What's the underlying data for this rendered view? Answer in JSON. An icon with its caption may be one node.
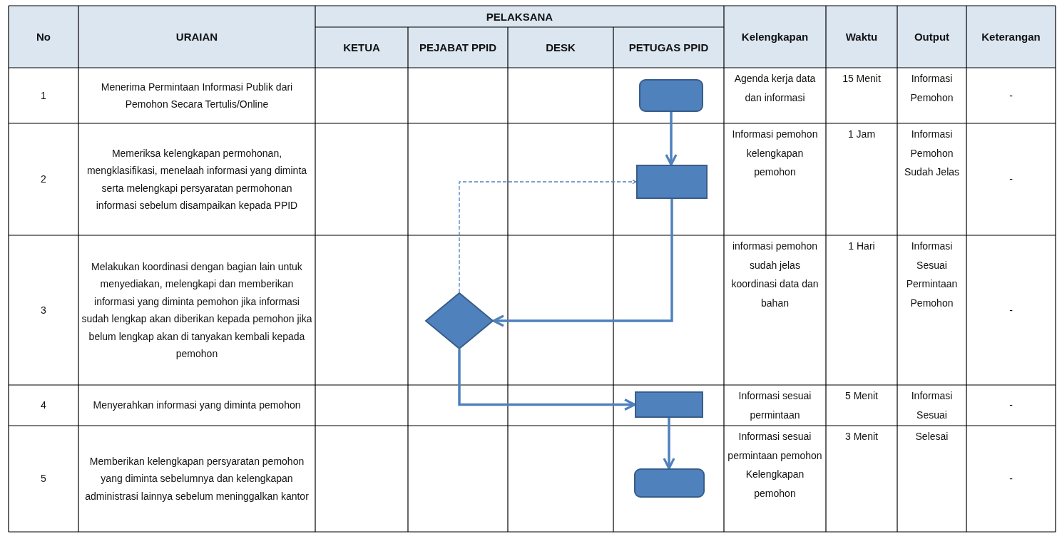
{
  "diagram": {
    "nodes": [
      {
        "text": [],
        "shape": "terminator"
      },
      {
        "text": [],
        "shape": "box"
      },
      {
        "text": [],
        "shape": "diamond"
      },
      {
        "text": [],
        "shape": "box"
      },
      {
        "text": [],
        "shape": "terminator"
      }
    ],
    "edges": [
      {
        "from": 0,
        "to": 1,
        "arrow": "to"
      },
      {
        "from": 1,
        "to": 2,
        "arrow": "to"
      },
      {
        "from": 2,
        "to": 1,
        "arrow": "to",
        "style": "dashed"
      },
      {
        "from": 2,
        "to": 3,
        "arrow": "to"
      },
      {
        "from": 3,
        "to": 4,
        "arrow": "to"
      }
    ],
    "labels": [
      "No",
      "URAIAN",
      "PELAKSANA",
      "Kelengkapan",
      "Waktu",
      "Output",
      "Keterangan",
      "KETUA",
      "PEJABAT PPID",
      "DESK",
      "PETUGAS PPID",
      "1",
      "Menerima Permintaan Informasi Publik dari Pemohon Secara Tertulis/Online",
      "Agenda kerja data dan informasi",
      "15 Menit",
      "Informasi Pemohon",
      "-",
      "2",
      "Memeriksa kelengkapan permohonan, mengklasifikasi, menelaah informasi yang diminta serta melengkapi persyaratan permohonan informasi sebelum disampaikan kepada PPID",
      "Informasi pemohon kelengkapan pemohon",
      "1 Jam",
      "Informasi Pemohon Sudah Jelas",
      "-",
      "3",
      "Melakukan koordinasi dengan bagian lain untuk menyediakan, melengkapi dan memberikan informasi yang diminta pemohon jika informasi sudah lengkap akan diberikan kepada pemohon jika belum lengkap akan di tanyakan kembali kepada pemohon",
      "informasi pemohon sudah jelas koordinasi data dan bahan",
      "1 Hari",
      "Informasi Sesuai Permintaan Pemohon",
      "-",
      "4",
      "Menyerahkan informasi yang diminta pemohon",
      "Informasi sesuai permintaan",
      "5 Menit",
      "Informasi Sesuai",
      "-",
      "5",
      "Memberikan kelengkapan persyaratan pemohon yang diminta sebelumnya dan kelengkapan administrasi lainnya sebelum meninggalkan kantor",
      "Informasi sesuai permintaan pemohon Kelengkapan pemohon",
      "3 Menit",
      "Selesai",
      "-"
    ]
  }
}
